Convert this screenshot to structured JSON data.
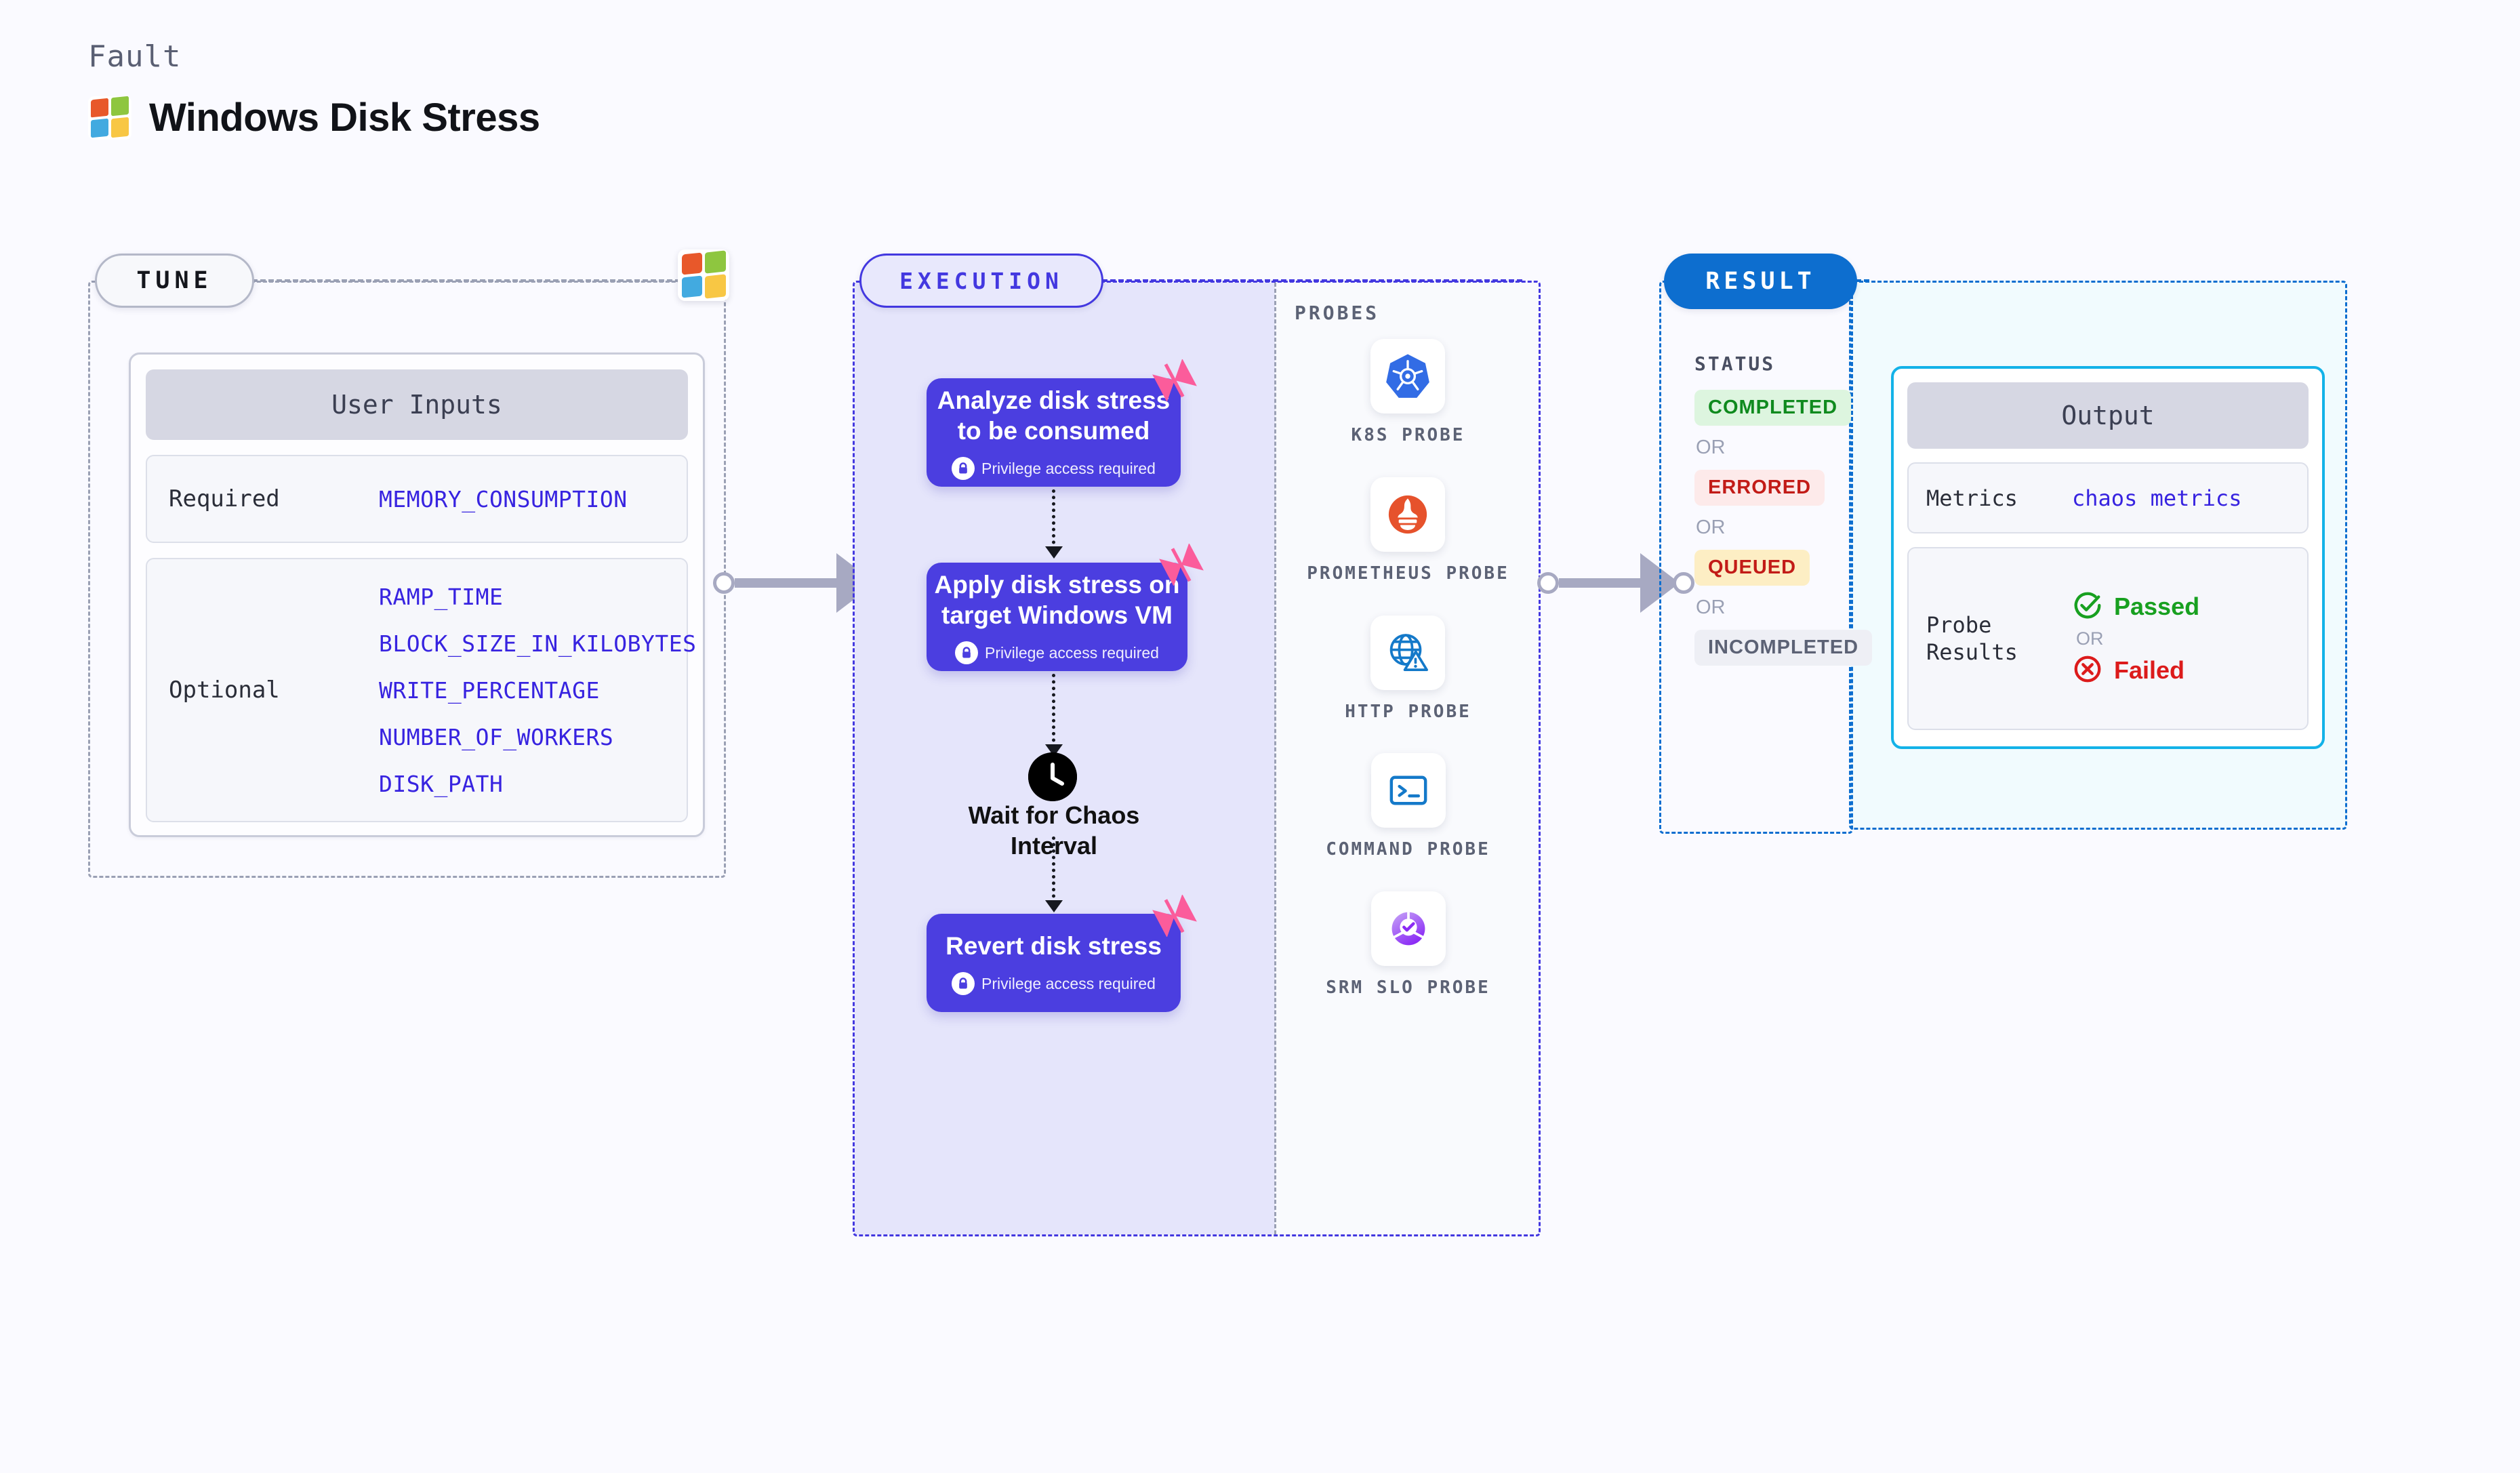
{
  "header": {
    "kicker": "Fault",
    "title": "Windows Disk Stress",
    "logo_icon": "windows-logo-icon"
  },
  "background_color": "#fafaff",
  "stages": {
    "tune": {
      "pill_label": "TUNE",
      "badge_icon": "windows-logo-icon",
      "card_title": "User Inputs",
      "groups": [
        {
          "label": "Required",
          "params": [
            "MEMORY_CONSUMPTION"
          ]
        },
        {
          "label": "Optional",
          "params": [
            "RAMP_TIME",
            "BLOCK_SIZE_IN_KILOBYTES",
            "WRITE_PERCENTAGE",
            "NUMBER_OF_WORKERS",
            "DISK_PATH"
          ]
        }
      ],
      "param_color": "#3723e0"
    },
    "execution": {
      "pill_label": "EXECUTION",
      "accent_color": "#4338e0",
      "flow": [
        {
          "title": "Analyze disk stress to be consumed",
          "privilege": "Privilege access required",
          "privilege_icon": "lock-icon",
          "flag_icon": "chaos-flag-icon"
        },
        {
          "title": "Apply disk stress on target Windows VM",
          "privilege": "Privilege access required",
          "privilege_icon": "lock-icon",
          "flag_icon": "chaos-flag-icon"
        },
        {
          "title": "Wait for Chaos Interval",
          "icon": "clock-icon"
        },
        {
          "title": "Revert disk stress",
          "privilege": "Privilege access required",
          "privilege_icon": "lock-icon",
          "flag_icon": "chaos-flag-icon"
        }
      ],
      "probes": {
        "title": "PROBES",
        "items": [
          {
            "label": "K8S PROBE",
            "icon": "kubernetes-icon"
          },
          {
            "label": "PROMETHEUS PROBE",
            "icon": "prometheus-icon"
          },
          {
            "label": "HTTP PROBE",
            "icon": "globe-warning-icon"
          },
          {
            "label": "COMMAND PROBE",
            "icon": "terminal-icon"
          },
          {
            "label": "SRM SLO PROBE",
            "icon": "srm-slo-icon"
          }
        ]
      }
    },
    "result": {
      "pill_label": "RESULT",
      "accent_color": "#0d6ecf",
      "status_title": "STATUS",
      "or_label": "OR",
      "statuses": [
        {
          "label": "COMPLETED",
          "text_color": "#0f8a1e",
          "bg_color": "#ddf5df"
        },
        {
          "label": "ERRORED",
          "text_color": "#c21b17",
          "bg_color": "#fdeaea"
        },
        {
          "label": "QUEUED",
          "text_color": "#c21b17",
          "bg_color": "#fdeec4"
        },
        {
          "label": "INCOMPLETED",
          "text_color": "#5c6275",
          "bg_color": "#eeeff5"
        }
      ],
      "output": {
        "card_title": "Output",
        "metrics_label": "Metrics",
        "metrics_value": "chaos metrics",
        "probe_results_label": "Probe Results",
        "passed_label": "Passed",
        "passed_icon": "check-circle-icon",
        "passed_color": "#18a020",
        "or_label": "OR",
        "failed_label": "Failed",
        "failed_icon": "x-circle-icon",
        "failed_color": "#dc1b1b",
        "border_color": "#13b2e8"
      }
    }
  }
}
